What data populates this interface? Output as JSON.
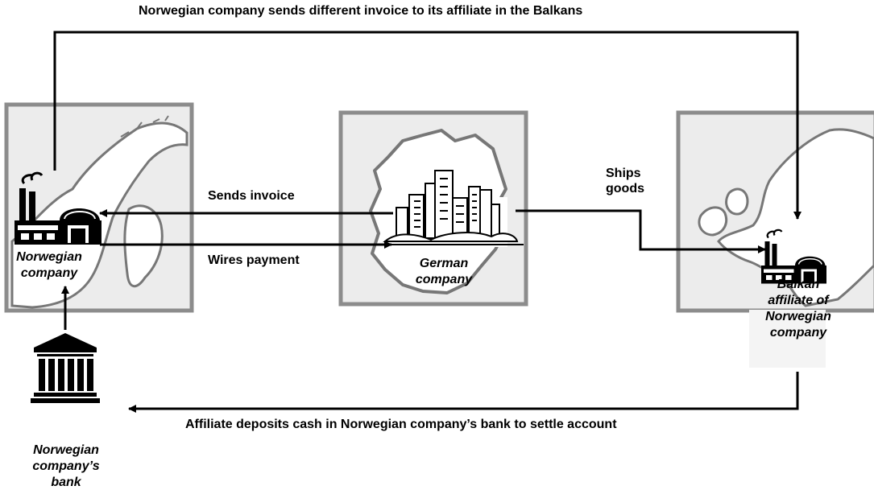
{
  "edges": {
    "top_invoice": "Norwegian company sends different invoice to its affiliate in the Balkans",
    "sends_invoice": "Sends invoice",
    "wires_payment": "Wires payment",
    "ships_goods": [
      "Ships",
      "goods"
    ],
    "deposit": "Affiliate deposits cash in Norwegian company’s bank to settle account"
  },
  "nodes": {
    "norwegian_company": [
      "Norwegian",
      "company"
    ],
    "german_company": [
      "German",
      "company"
    ],
    "balkan_affiliate": [
      "Balkan",
      "affiliate of",
      "Norwegian",
      "company"
    ],
    "norwegian_bank": [
      "Norwegian",
      "company’s",
      "bank"
    ]
  },
  "icons": {
    "norway_map": "norway-map-icon",
    "germany_map": "germany-map-icon",
    "europe_map": "europe-map-icon",
    "factory": "factory-icon",
    "city": "city-skyline-icon",
    "bank": "bank-building-icon"
  },
  "colors": {
    "panel_fill": "#ececec",
    "panel_border": "#8c8c8c",
    "land_fill": "#ffffff",
    "arrow": "#000000"
  }
}
